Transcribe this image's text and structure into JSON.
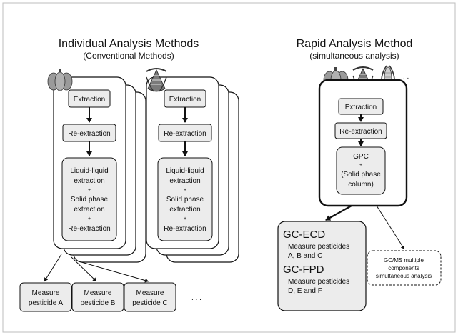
{
  "left": {
    "title": "Individual Analysis Methods",
    "subtitle": "(Conventional Methods)",
    "col1": {
      "extraction": "Extraction",
      "reextraction": "Re-extraction",
      "combo": [
        "Liquid-liquid",
        "extraction",
        "+",
        "Solid phase",
        "extraction",
        "+",
        "Re-extraction"
      ]
    },
    "col2": {
      "extraction": "Extraction",
      "reextraction": "Re-extraction",
      "combo": [
        "Liquid-liquid",
        "extraction",
        "+",
        "Solid phase",
        "extraction",
        "+",
        "Re-extraction"
      ]
    },
    "measures": [
      [
        "Measure",
        "pesticide A"
      ],
      [
        "Measure",
        "pesticide B"
      ],
      [
        "Measure",
        "pesticide C"
      ]
    ],
    "ellipsis": ". . ."
  },
  "right": {
    "title": "Rapid Analysis Method",
    "subtitle": "(simultaneous analysis)",
    "extraction": "Extraction",
    "reextraction": "Re-extraction",
    "gpc": [
      "GPC",
      "+",
      "(Solid phase",
      "column)"
    ],
    "crop_ellipsis": ". . .",
    "results": {
      "gc_ecd": "GC-ECD",
      "ecd_lines": [
        "Measure pesticides",
        "A, B and C"
      ],
      "gc_fpd": "GC-FPD",
      "fpd_lines": [
        "Measure pesticides",
        "D, E and F"
      ]
    },
    "gcms": [
      "GC/MS multiple",
      "components",
      "simultaneous analysis"
    ]
  },
  "icons": [
    "pumpkin-icon",
    "corn-icon"
  ],
  "colors": {
    "box_fill": "#ececec",
    "stroke": "#111111",
    "pumpkin": "#8a8a8a",
    "corn": "#6a6a6a"
  }
}
